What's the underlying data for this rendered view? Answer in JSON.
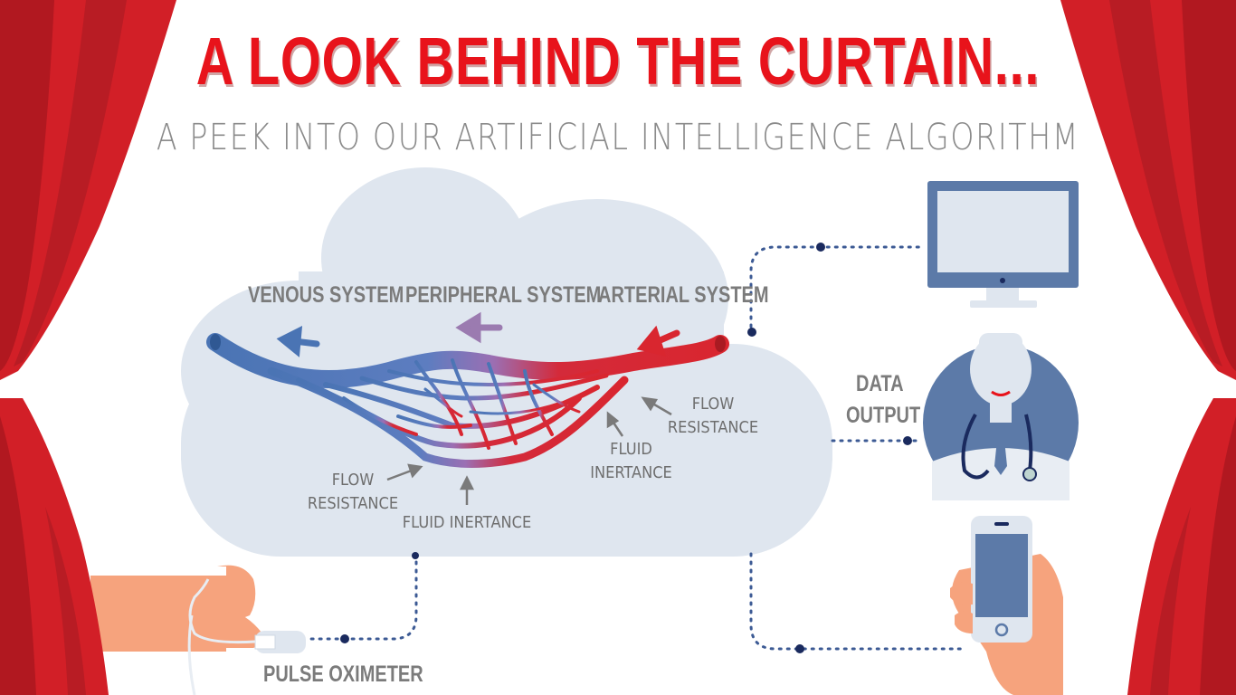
{
  "header": {
    "title": "A LOOK BEHIND THE CURTAIN...",
    "subtitle": "A PEEK INTO OUR ARTIFICIAL INTELLIGENCE ALGORITHM"
  },
  "systems": {
    "venous": "VENOUS SYSTEM",
    "peripheral": "PERIPHERAL SYSTEM",
    "arterial": "ARTERIAL SYSTEM"
  },
  "annotations": {
    "flow_resistance_left_1": "FLOW",
    "flow_resistance_left_2": "RESISTANCE",
    "fluid_inertance_left": "FLUID INERTANCE",
    "fluid_inertance_right_1": "FLUID",
    "fluid_inertance_right_2": "INERTANCE",
    "flow_resistance_right_1": "FLOW",
    "flow_resistance_right_2": "RESISTANCE"
  },
  "data_output": {
    "line1": "DATA",
    "line2": "OUTPUT"
  },
  "pulse_oximeter": "PULSE OXIMETER",
  "colors": {
    "title_red": "#e8131b",
    "curtain_red": "#d21f27",
    "cloud": "#dfe6ef",
    "venous_blue": "#4a74b4",
    "arterial_red": "#d9262f",
    "peripheral_purple": "#9b7bb0",
    "device_blue": "#5c7aa8",
    "dot_navy": "#1a2a5e"
  }
}
